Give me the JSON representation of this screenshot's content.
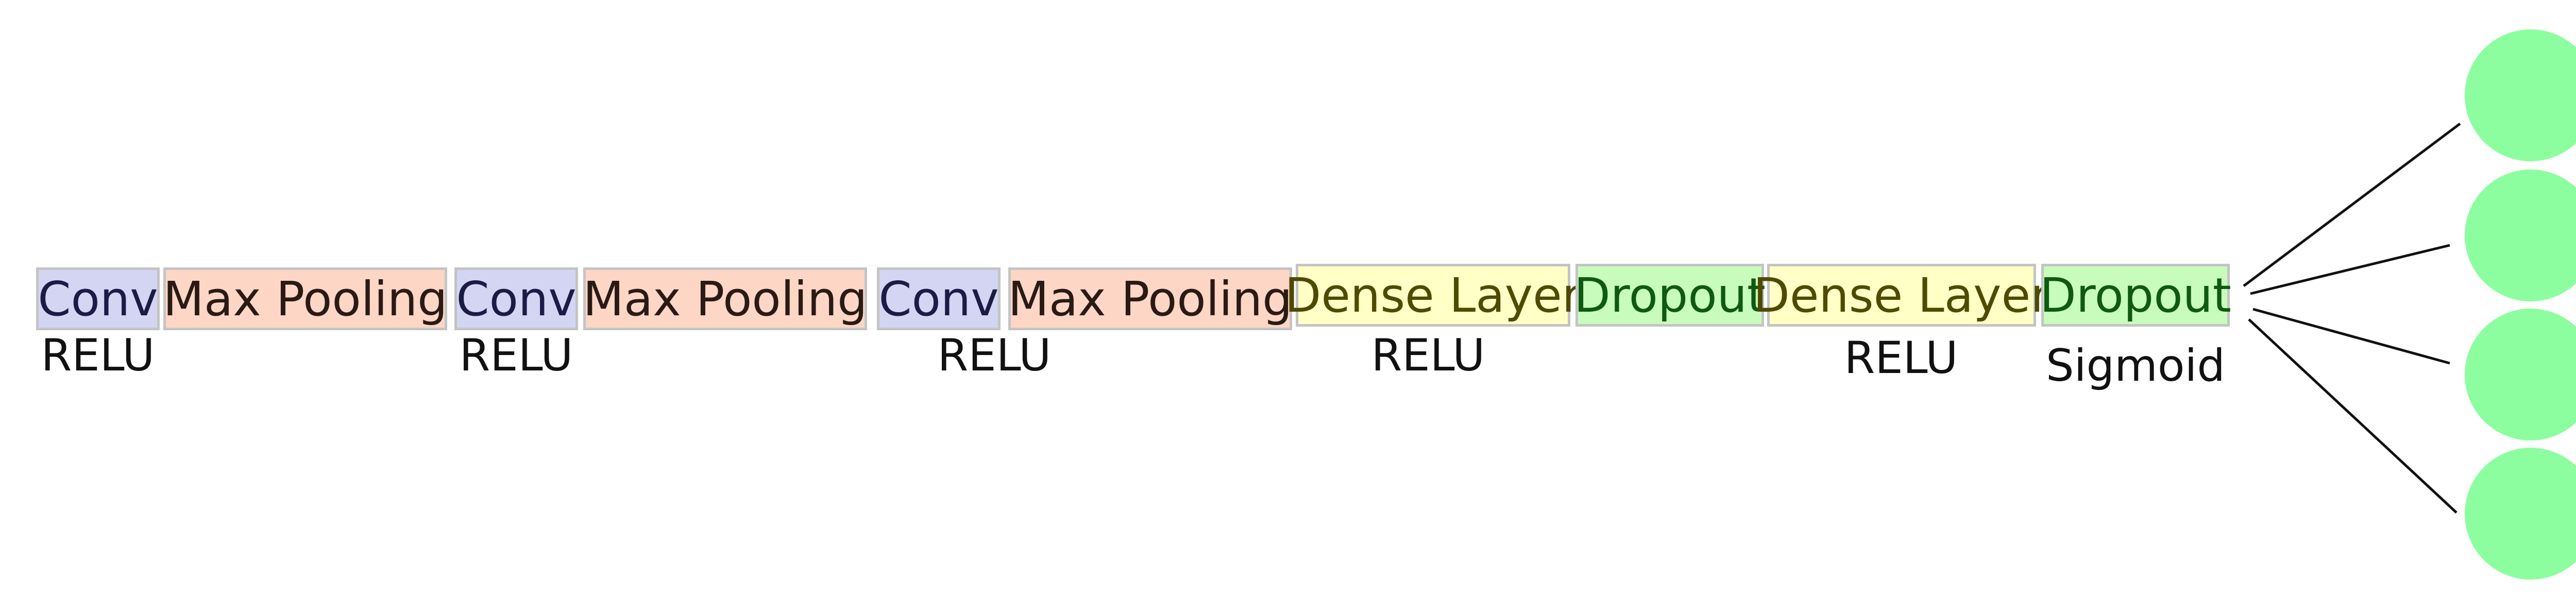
{
  "layers": [
    {
      "label": "Conv",
      "type": "conv",
      "activation": "RELU"
    },
    {
      "label": "Max Pooling",
      "type": "pool",
      "activation": ""
    },
    {
      "label": "Conv",
      "type": "conv",
      "activation": "RELU"
    },
    {
      "label": "Max Pooling",
      "type": "pool",
      "activation": ""
    },
    {
      "label": "Conv",
      "type": "conv",
      "activation": "RELU"
    },
    {
      "label": "Max Pooling",
      "type": "pool",
      "activation": ""
    },
    {
      "label": "Dense Layer",
      "type": "dense",
      "activation": "RELU"
    },
    {
      "label": "Dropout",
      "type": "dropout",
      "activation": ""
    },
    {
      "label": "Dense Layer",
      "type": "dense",
      "activation": "RELU"
    },
    {
      "label": "Dropout",
      "type": "dropout",
      "activation": "Sigmoid"
    }
  ],
  "output_nodes": 4,
  "colors": {
    "conv": "#d3d5f3",
    "pool": "#fdd6c6",
    "dense": "#ffffc6",
    "dropout": "#c8fcbd",
    "node": "#8dfe9f",
    "border": "#c4c4c4"
  }
}
